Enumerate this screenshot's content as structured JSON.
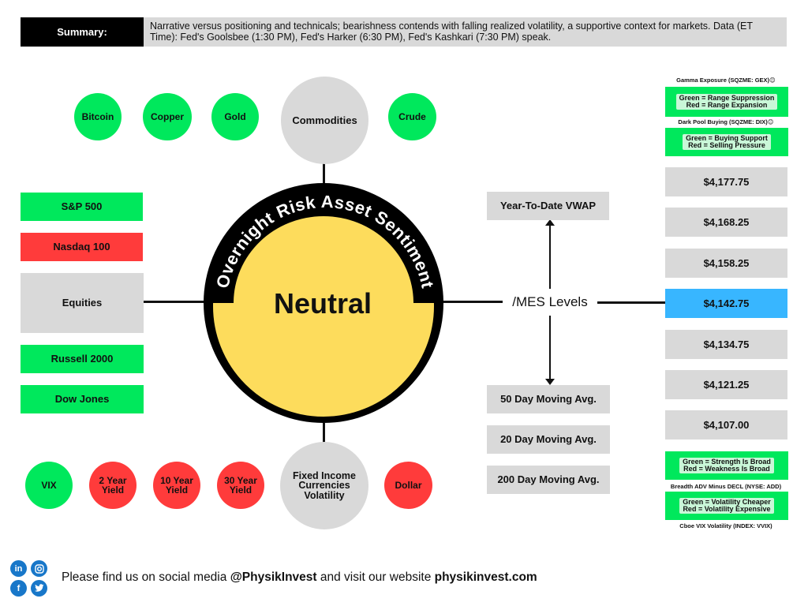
{
  "summary": {
    "label": "Summary:",
    "text": "Narrative versus positioning and technicals; bearishness contends with falling realized volatility, a supportive context for markets. Data (ET Time): Fed's Goolsbee (1:30 PM), Fed's Harker (6:30 PM), Fed's Kashkari (7:30 PM) speak."
  },
  "center": {
    "arc_text": "Overnight Risk Asset Sentiment",
    "sentiment": "Neutral"
  },
  "commodities": {
    "hub": "Commodities",
    "items": [
      {
        "label": "Bitcoin",
        "status": "green"
      },
      {
        "label": "Copper",
        "status": "green"
      },
      {
        "label": "Gold",
        "status": "green"
      },
      {
        "label": "Crude",
        "status": "green"
      }
    ]
  },
  "equities": {
    "hub": "Equities",
    "items": [
      {
        "label": "S&P 500",
        "status": "green"
      },
      {
        "label": "Nasdaq 100",
        "status": "red"
      },
      {
        "label": "Russell 2000",
        "status": "green"
      },
      {
        "label": "Dow Jones",
        "status": "green"
      }
    ]
  },
  "fixed_income": {
    "hub": "Fixed Income Currencies Volatility",
    "items": [
      {
        "label": "VIX",
        "status": "green"
      },
      {
        "label": "2 Year Yield",
        "status": "red"
      },
      {
        "label": "10 Year Yield",
        "status": "red"
      },
      {
        "label": "30 Year Yield",
        "status": "red"
      },
      {
        "label": "Dollar",
        "status": "red"
      }
    ]
  },
  "mes": {
    "hub": "/MES Levels",
    "ytd_vwap": "Year-To-Date VWAP",
    "moving_averages": [
      "50 Day Moving Avg.",
      "20 Day Moving Avg.",
      "200 Day Moving Avg."
    ],
    "levels": [
      "$4,177.75",
      "$4,168.25",
      "$4,158.25",
      "$4,142.75",
      "$4,134.75",
      "$4,121.25",
      "$4,107.00"
    ]
  },
  "legends": {
    "gex_title": "Gamma Exposure (SQZME: GEX)😊",
    "gex_line1": "Green = Range Suppression",
    "gex_line2": "Red = Range Expansion",
    "dix_title": "Dark Pool Buying (SQZME: DIX)😊",
    "dix_line1": "Green = Buying Support",
    "dix_line2": "Red = Selling Pressure",
    "add_line1": "Green = Strength Is Broad",
    "add_line2": "Red = Weakness Is Broad",
    "add_title": "Breadth ADV Minus DECL (NYSE: ADD)",
    "vvix_line1": "Green = Volatility Cheaper",
    "vvix_line2": "Red = Volatility Expensive",
    "vvix_title": "Cboe VIX Volatility (INDEX: VVIX)"
  },
  "footer": {
    "text_prefix": "Please find us on social media ",
    "handle": "@PhysikInvest",
    "text_mid": " and visit our website ",
    "website": "physikinvest.com",
    "icons": [
      "linkedin-icon",
      "instagram-icon",
      "facebook-icon",
      "twitter-icon"
    ]
  },
  "colors": {
    "green": "#00e85c",
    "red": "#ff3b3b",
    "grey": "#d9d9d9",
    "blue": "#38b6ff",
    "yellow": "#fddc5c"
  }
}
